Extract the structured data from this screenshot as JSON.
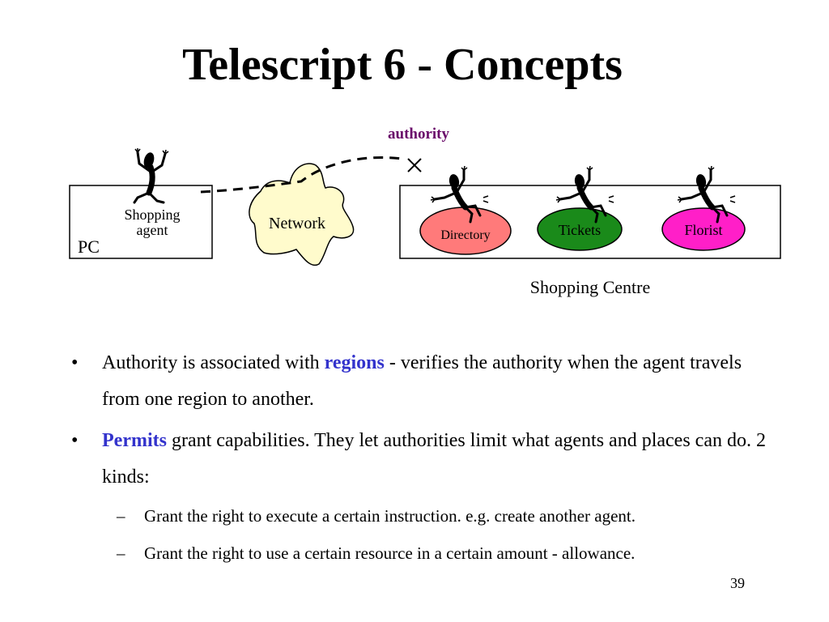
{
  "slide": {
    "title": "Telescript 6 - Concepts",
    "page_number": "39"
  },
  "colors": {
    "keyword": "#3333cc",
    "authority": "#6a0a6a",
    "directory": "#ff7a7a",
    "tickets": "#1a8a1a",
    "florist": "#ff1fc8",
    "network": "#fffbcc"
  },
  "diagram": {
    "authority_label": "authority",
    "pc_label": "PC",
    "shopping_agent_line1": "Shopping",
    "shopping_agent_line2": "agent",
    "network_label": "Network",
    "directory_label": "Directory",
    "tickets_label": "Tickets",
    "florist_label": "Florist",
    "shopping_centre_label": "Shopping Centre"
  },
  "bullets": [
    {
      "marker": "•",
      "keyword_before": "",
      "before": "Authority is associated with ",
      "keyword": "regions",
      "after": " - verifies the authority when the agent travels from one region to another."
    },
    {
      "marker": "•",
      "keyword": "Permits",
      "after": " grant capabilities. They let authorities limit what agents and places can do. 2 kinds:",
      "sub": [
        {
          "marker": "–",
          "text": "Grant the right to execute a certain instruction. e.g. create another agent."
        },
        {
          "marker": "–",
          "text": "Grant the right to use a certain resource in a certain amount - allowance."
        }
      ]
    }
  ]
}
